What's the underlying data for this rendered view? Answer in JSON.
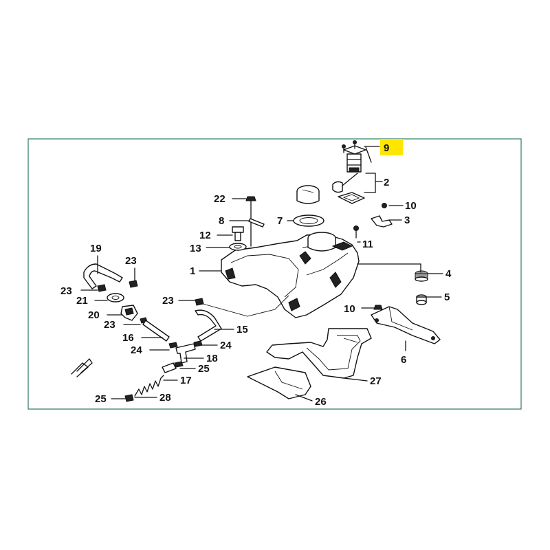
{
  "callouts": [
    {
      "id": "1",
      "label": "1"
    },
    {
      "id": "2",
      "label": "2"
    },
    {
      "id": "3",
      "label": "3"
    },
    {
      "id": "4",
      "label": "4"
    },
    {
      "id": "5",
      "label": "5"
    },
    {
      "id": "6",
      "label": "6"
    },
    {
      "id": "7",
      "label": "7"
    },
    {
      "id": "8",
      "label": "8"
    },
    {
      "id": "9",
      "label": "9"
    },
    {
      "id": "10a",
      "label": "10"
    },
    {
      "id": "10b",
      "label": "10"
    },
    {
      "id": "11",
      "label": "11"
    },
    {
      "id": "12",
      "label": "12"
    },
    {
      "id": "13",
      "label": "13"
    },
    {
      "id": "15",
      "label": "15"
    },
    {
      "id": "16",
      "label": "16"
    },
    {
      "id": "17",
      "label": "17"
    },
    {
      "id": "18",
      "label": "18"
    },
    {
      "id": "19",
      "label": "19"
    },
    {
      "id": "20",
      "label": "20"
    },
    {
      "id": "21",
      "label": "21"
    },
    {
      "id": "22",
      "label": "22"
    },
    {
      "id": "23a",
      "label": "23"
    },
    {
      "id": "23b",
      "label": "23"
    },
    {
      "id": "23c",
      "label": "23"
    },
    {
      "id": "23d",
      "label": "23"
    },
    {
      "id": "24a",
      "label": "24"
    },
    {
      "id": "24b",
      "label": "24"
    },
    {
      "id": "25a",
      "label": "25"
    },
    {
      "id": "25b",
      "label": "25"
    },
    {
      "id": "26",
      "label": "26"
    },
    {
      "id": "27",
      "label": "27"
    },
    {
      "id": "28",
      "label": "28"
    }
  ],
  "highlight_color": "#ffe600",
  "frame_color": "#2f7a5a"
}
